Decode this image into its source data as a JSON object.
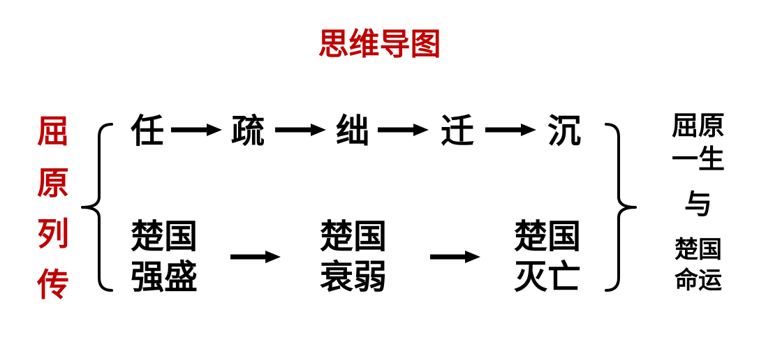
{
  "title": "思维导图",
  "source": {
    "chars": [
      "屈",
      "原",
      "列",
      "传"
    ],
    "color": "#c00000"
  },
  "steps": [
    "任",
    "疏",
    "绌",
    "迁",
    "沉"
  ],
  "stages": [
    {
      "line1": "楚国",
      "line2": "强盛"
    },
    {
      "line1": "楚国",
      "line2": "衰弱"
    },
    {
      "line1": "楚国",
      "line2": "灭亡"
    }
  ],
  "summary": {
    "line1": "屈原",
    "line2": "一生",
    "connector": "与",
    "line3": "楚国",
    "line4": "命运"
  },
  "colors": {
    "title": "#c00000",
    "text": "#000000"
  },
  "icons": [
    "arrow-right-icon",
    "left-brace-icon",
    "right-brace-icon"
  ]
}
